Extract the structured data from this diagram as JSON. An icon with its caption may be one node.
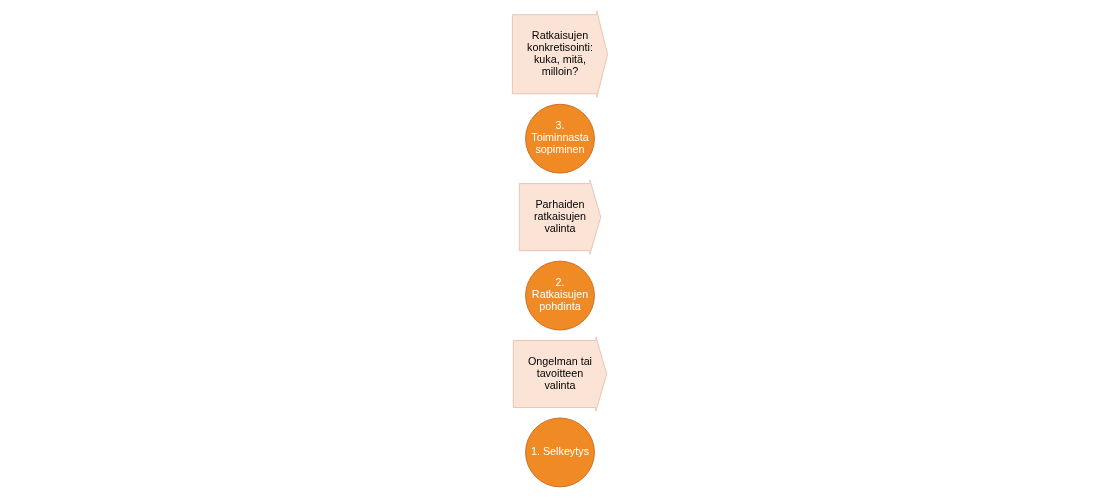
{
  "diagram": {
    "nodes": [
      {
        "text": [
          "1. Selkeytys"
        ]
      },
      {
        "text": [
          "Ongelman tai tavoitteen valinta"
        ]
      },
      {
        "text": [
          "2. Ratkaisujen pohdinta"
        ]
      },
      {
        "text": [
          "Parhaiden ratkaisujen valinta"
        ]
      },
      {
        "text": [
          "3. Toiminnasta sopiminen"
        ]
      },
      {
        "text": [
          "Ratkaisujen konkretisointi: kuka, mitä, milloin?"
        ]
      }
    ]
  }
}
